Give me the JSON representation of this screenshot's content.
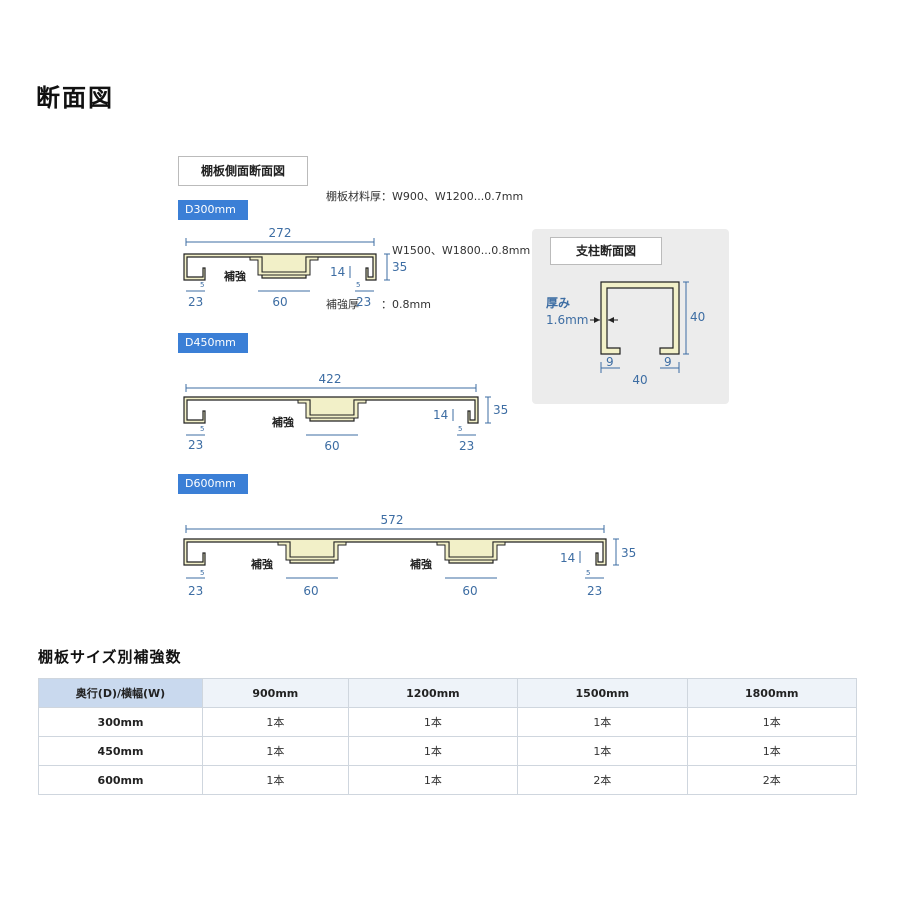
{
  "page_title": "断面図",
  "shelf_section": {
    "label": "棚板側面断面図",
    "spec_lines": [
      "棚板材料厚：W900、W1200...0.7mm",
      "　　　　　　W1500、W1800...0.8mm",
      "補強厚　　：0.8mm"
    ],
    "d300": {
      "tag": "D300mm",
      "width": "272",
      "height": "35",
      "lip": "14",
      "gap": "5",
      "edge": "23",
      "rib": "60",
      "rib_label": "補強"
    },
    "d450": {
      "tag": "D450mm",
      "width": "422",
      "height": "35",
      "lip": "14",
      "gap": "5",
      "edge": "23",
      "rib": "60",
      "rib_label": "補強"
    },
    "d600": {
      "tag": "D600mm",
      "width": "572",
      "height": "35",
      "lip": "14",
      "gap": "5",
      "edge": "23",
      "rib": "60",
      "rib_label": "補強"
    }
  },
  "post_section": {
    "label": "支柱断面図",
    "thickness_label": "厚み",
    "thickness_value": "1.6mm",
    "height": "40",
    "width": "40",
    "flange_left": "9",
    "flange_right": "9"
  },
  "table": {
    "title": "棚板サイズ別補強数",
    "corner": "奥行(D)/横幅(W)",
    "columns": [
      "900mm",
      "1200mm",
      "1500mm",
      "1800mm"
    ],
    "rows": [
      {
        "label": "300mm",
        "cells": [
          "1本",
          "1本",
          "1本",
          "1本"
        ]
      },
      {
        "label": "450mm",
        "cells": [
          "1本",
          "1本",
          "1本",
          "1本"
        ]
      },
      {
        "label": "600mm",
        "cells": [
          "1本",
          "1本",
          "2本",
          "2本"
        ]
      }
    ]
  },
  "colors": {
    "profile_fill": "#f2f0c8",
    "dimension": "#3d6da3",
    "tag": "#3b7fd6",
    "panel": "#ececec"
  }
}
